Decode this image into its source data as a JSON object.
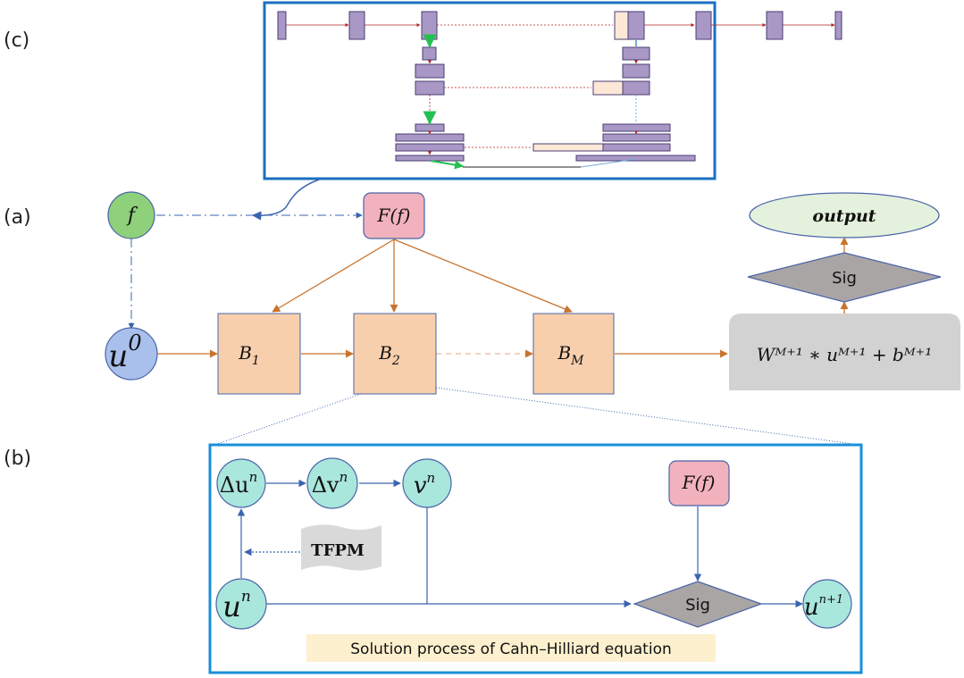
{
  "panels": {
    "a": "(a)",
    "b": "(b)",
    "c": "(c)"
  },
  "nodes": {
    "f": "f",
    "Ff_top": "F(f)",
    "u0_base": "u",
    "u0_sup": "0",
    "B1": {
      "base": "B",
      "sub": "1"
    },
    "B2": {
      "base": "B",
      "sub": "2"
    },
    "BM": {
      "base": "B",
      "sub": "M"
    },
    "output_formula": "Wᴹ⁺¹ ∗ uᴹ⁺¹ + bᴹ⁺¹",
    "sig_top": "Sig",
    "output": "output"
  },
  "subgraph": {
    "delta_u": {
      "base": "Δu",
      "sup": "n"
    },
    "delta_v": {
      "base": "Δv",
      "sup": "n"
    },
    "v_n": {
      "base": "v",
      "sup": "n"
    },
    "Ff": "F(f)",
    "tfpm": "TFPM",
    "u_n": {
      "base": "u",
      "sup": "n"
    },
    "sig": "Sig",
    "u_next": {
      "base": "u",
      "sup": "n+1"
    },
    "caption": "Solution process of Cahn–Hilliard equation"
  },
  "colors": {
    "panel_border": "#1a8fd8",
    "orange_arrow": "#c8742e",
    "blue_arrow": "#3a64b0",
    "block_fill": "#f8cfad",
    "f_fill": "#8fd07a",
    "u0_fill": "#a9c0ec",
    "pink_fill": "#f2b2bd",
    "cyan_fill": "#a9e6dc",
    "output_fill": "#e4f1dc",
    "sig_fill": "#a9a5a5",
    "gray_box": "#d3d2d2",
    "caption_bg": "#fdf0cf",
    "unet_block": "#a998c6",
    "unet_peach": "#fde8d8"
  }
}
